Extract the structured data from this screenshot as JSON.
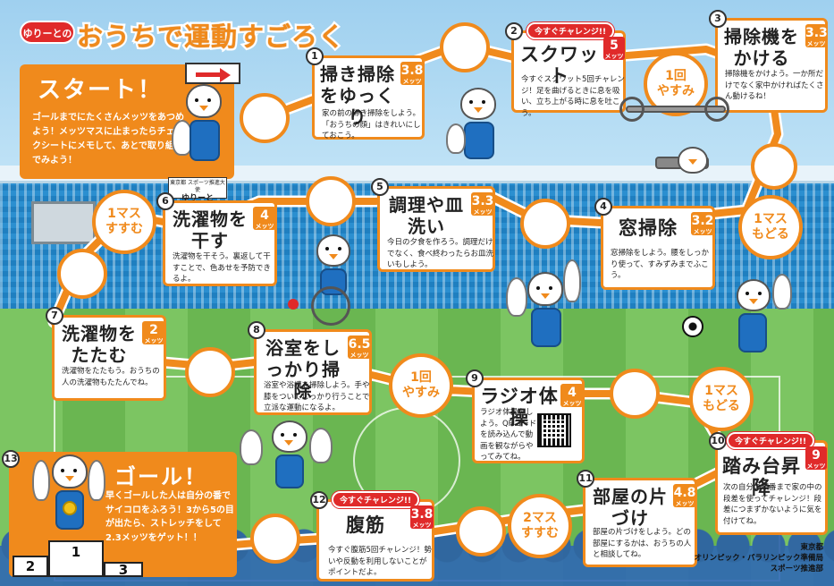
{
  "header": {
    "logo_label": "ゆりーとの",
    "title": "おうちで運動すごろく"
  },
  "start": {
    "label": "スタート！",
    "text": "ゴールまでにたくさんメッツをあつめよう！メッツマスに止まったらチェックシートにメモして、あとで取り組んでみよう！",
    "nameplate_org": "東京都 スポーツ推進大使",
    "nameplate_name": "ゆりーと"
  },
  "goal": {
    "number": "13",
    "label": "ゴール！",
    "text": "早くゴールした人は自分の番でサイコロをふろう！3から5の目が出たら、ストレッチをして2.3メッツをゲット！！",
    "podium": [
      "2",
      "1",
      "3"
    ]
  },
  "challenge_label": "今すぐチャレンジ!!",
  "unit": "メッツ",
  "squares": [
    {
      "number": "1",
      "title": "掃き掃除をゆっくり",
      "mets": "3.8",
      "desc": "家の前の掃き掃除をしよう。「おうちの顔」はきれいにしておこう。",
      "challenge": false
    },
    {
      "number": "2",
      "title": "スクワット",
      "mets": "5",
      "desc": "今すぐスクワット5回チャレンジ！足を曲げるときに息を吸い、立ち上がる時に息を吐こう。",
      "challenge": true
    },
    {
      "number": "3",
      "title": "掃除機をかける",
      "mets": "3.3",
      "desc": "掃除機をかけよう。一か所だけでなく家中かければたくさん動けるね！",
      "challenge": false
    },
    {
      "number": "4",
      "title": "窓掃除",
      "mets": "3.2",
      "desc": "窓掃除をしよう。腰をしっかり使って、すみずみまでふこう。",
      "challenge": false
    },
    {
      "number": "5",
      "title": "調理や皿洗い",
      "mets": "3.3",
      "desc": "今日の夕食を作ろう。調理だけでなく、食べ終わったらお皿洗いもしよう。",
      "challenge": false
    },
    {
      "number": "6",
      "title": "洗濯物を干す",
      "mets": "4",
      "desc": "洗濯物を干そう。裏返して干すことで、色あせを予防できるよ。",
      "challenge": false
    },
    {
      "number": "7",
      "title": "洗濯物をたたむ",
      "mets": "2",
      "desc": "洗濯物をたたもう。おうちの人の洗濯物もたたんでね。",
      "challenge": false
    },
    {
      "number": "8",
      "title": "浴室をしっかり掃除",
      "mets": "6.5",
      "desc": "浴室や浴槽を掃除しよう。手や膝をついてしっかり行うことで立派な運動になるよ。",
      "challenge": false
    },
    {
      "number": "9",
      "title": "ラジオ体操",
      "mets": "4",
      "desc": "ラジオ体操をしよう。QRコードを読み込んで動画を観ながらやってみてね。",
      "challenge": false
    },
    {
      "number": "10",
      "title": "踏み台昇降",
      "mets": "9",
      "desc": "次の自分の順番まで家の中の段差を使ってチャレンジ！段差につまずかないように気を付けてね。",
      "challenge": true
    },
    {
      "number": "11",
      "title": "部屋の片づけ",
      "mets": "4.8",
      "desc": "部屋の片づけをしよう。どの部屋にするかは、おうちの人と相談してね。",
      "challenge": false
    },
    {
      "number": "12",
      "title": "腹筋",
      "mets": "3.8",
      "desc": "今すぐ腹筋5回チャレンジ！勢いや反動を利用しないことがポイントだよ。",
      "challenge": true
    }
  ],
  "specials": [
    {
      "line1": "1マス",
      "line2": "すすむ"
    },
    {
      "line1": "1回",
      "line2": "やすみ"
    },
    {
      "line1": "1マス",
      "line2": "もどる"
    },
    {
      "line1": "1回",
      "line2": "やすみ"
    },
    {
      "line1": "1マス",
      "line2": "もどる"
    },
    {
      "line1": "2マス",
      "line2": "すすむ"
    }
  ],
  "footer": {
    "line1": "東京都",
    "line2": "オリンピック・パラリンピック準備局",
    "line3": "スポーツ推進部"
  },
  "colors": {
    "accent": "#f08a1c",
    "challenge": "#e02a2a",
    "sky": "#9fd0ef",
    "field": "#6fbe57"
  }
}
